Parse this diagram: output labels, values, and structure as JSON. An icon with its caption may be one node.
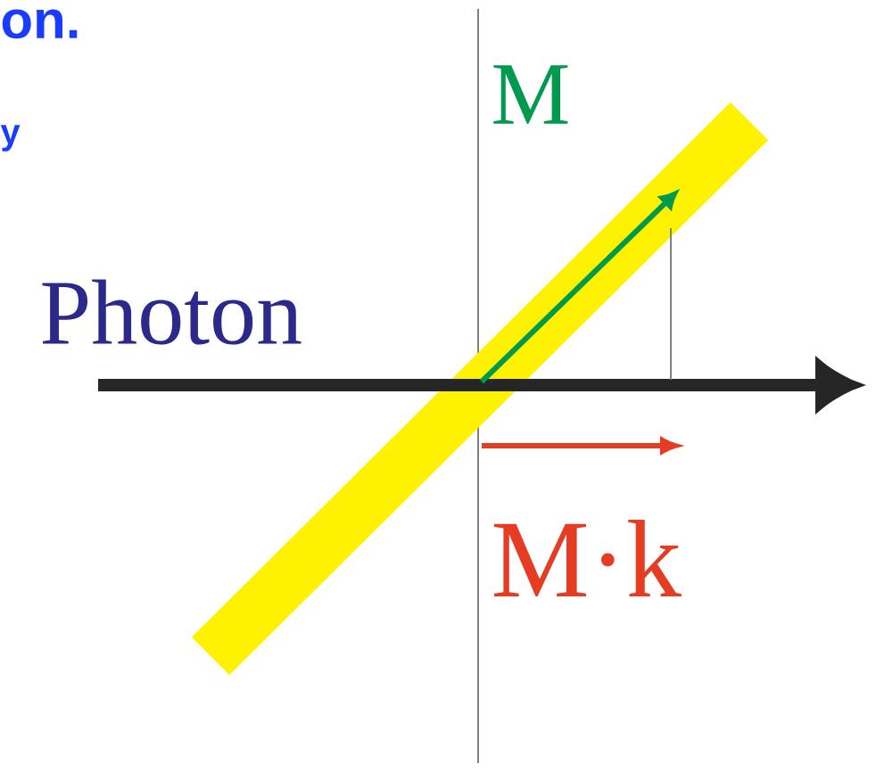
{
  "diagram": {
    "labels": [
      "on.",
      "y",
      "Photon",
      "M",
      "M·k"
    ]
  }
}
